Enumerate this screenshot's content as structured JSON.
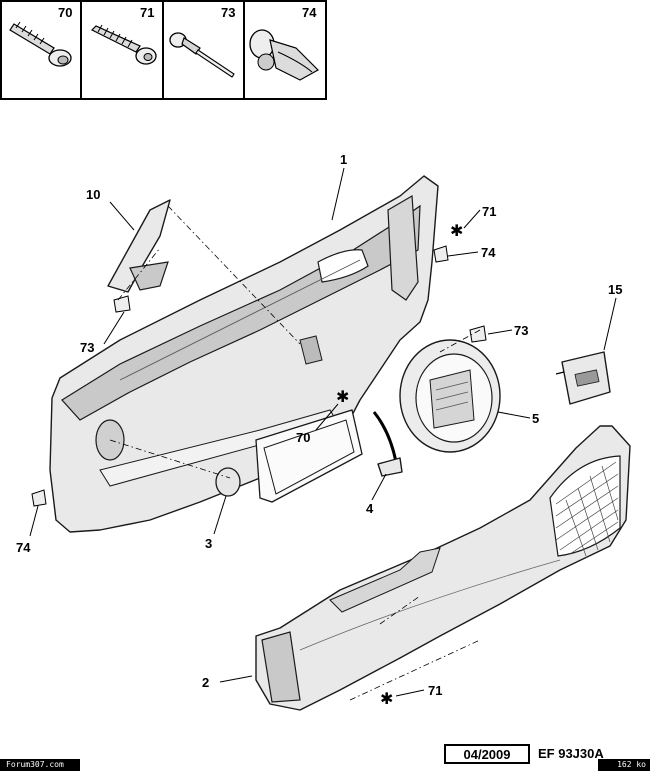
{
  "fastener_panel": {
    "items": [
      {
        "ref": "70",
        "icon": "flange-screw-icon"
      },
      {
        "ref": "71",
        "icon": "self-tapping-screw-icon"
      },
      {
        "ref": "73",
        "icon": "rivet-pin-icon"
      },
      {
        "ref": "74",
        "icon": "push-clip-icon"
      }
    ]
  },
  "callouts": {
    "c1": "1",
    "c10": "10",
    "c71_top": "71",
    "c74_right": "74",
    "c73_right": "73",
    "c15": "15",
    "c73_left": "73",
    "c5": "5",
    "c70": "70",
    "c4": "4",
    "c3": "3",
    "c74_left": "74",
    "c2": "2",
    "c71_bottom": "71"
  },
  "footer": {
    "date": "04/2009",
    "code": "EF 93J30A"
  },
  "watermarks": {
    "left": "Forum307.com",
    "right": "162 ko"
  }
}
